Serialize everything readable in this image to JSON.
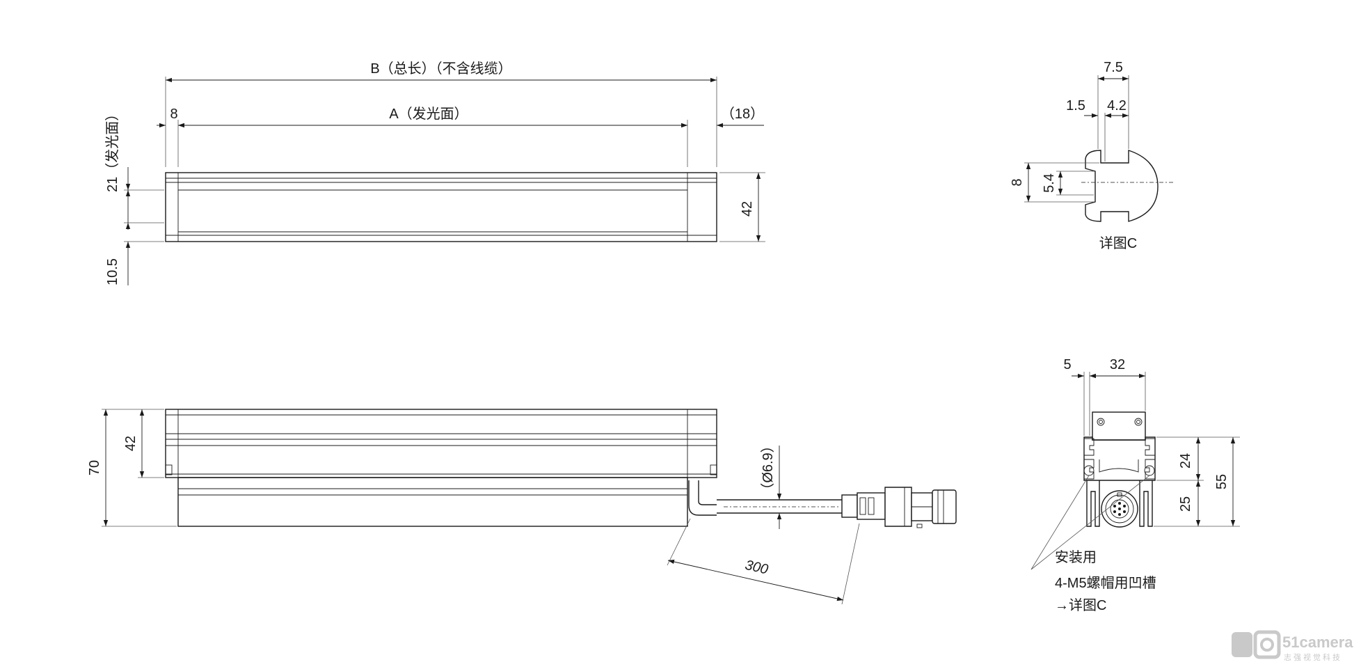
{
  "top_view": {
    "total_length_label": "B（总长）（不含线缆）",
    "emitting_length_label": "A（发光面）",
    "left_offset_label": "8",
    "right_offset_label": "（18）",
    "emitting_height_label": "21（发光面）",
    "bottom_offset_label": "10.5",
    "height_label": "42"
  },
  "side_view": {
    "total_height_label": "70",
    "body_height_label": "42",
    "cable_diameter_label": "（Ø6.9）",
    "cable_length_label": "300"
  },
  "detail_c": {
    "width_label": "7.5",
    "left_label": "1.5",
    "right_label": "4.2",
    "outer_height_label": "8",
    "inner_height_label": "5.4",
    "caption": "详图C"
  },
  "end_view": {
    "offset_label": "5",
    "width_label": "32",
    "upper_height_label": "24",
    "lower_height_label": "25",
    "total_height_label": "55",
    "note_line1": "安装用",
    "note_line2": "4-M5螺帽用凹槽",
    "note_line3": "→详图C"
  },
  "watermark": {
    "brand": "51camera",
    "subtitle": "志强视觉科技"
  }
}
